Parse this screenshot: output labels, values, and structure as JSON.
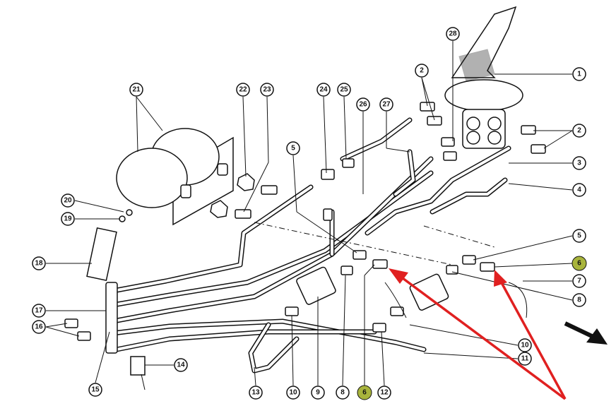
{
  "diagram": {
    "callouts": {
      "c1": "1",
      "c2a": "2",
      "c2b": "2",
      "c3": "3",
      "c4": "4",
      "c5a": "5",
      "c5b": "5",
      "c6a": "6",
      "c6b": "6",
      "c7": "7",
      "c8a": "8",
      "c8b": "8",
      "c9": "9",
      "c10a": "10",
      "c10b": "10",
      "c11": "11",
      "c12": "12",
      "c13": "13",
      "c14": "14",
      "c15": "15",
      "c16": "16",
      "c17": "17",
      "c18": "18",
      "c19": "19",
      "c20": "20",
      "c21": "21",
      "c22": "22",
      "c23": "23",
      "c24": "24",
      "c25": "25",
      "c26": "26",
      "c27": "27",
      "c28": "28"
    },
    "highlight_color": "#a8b43c",
    "arrow_color": "#e02020",
    "direction_arrow_color": "#111111"
  }
}
